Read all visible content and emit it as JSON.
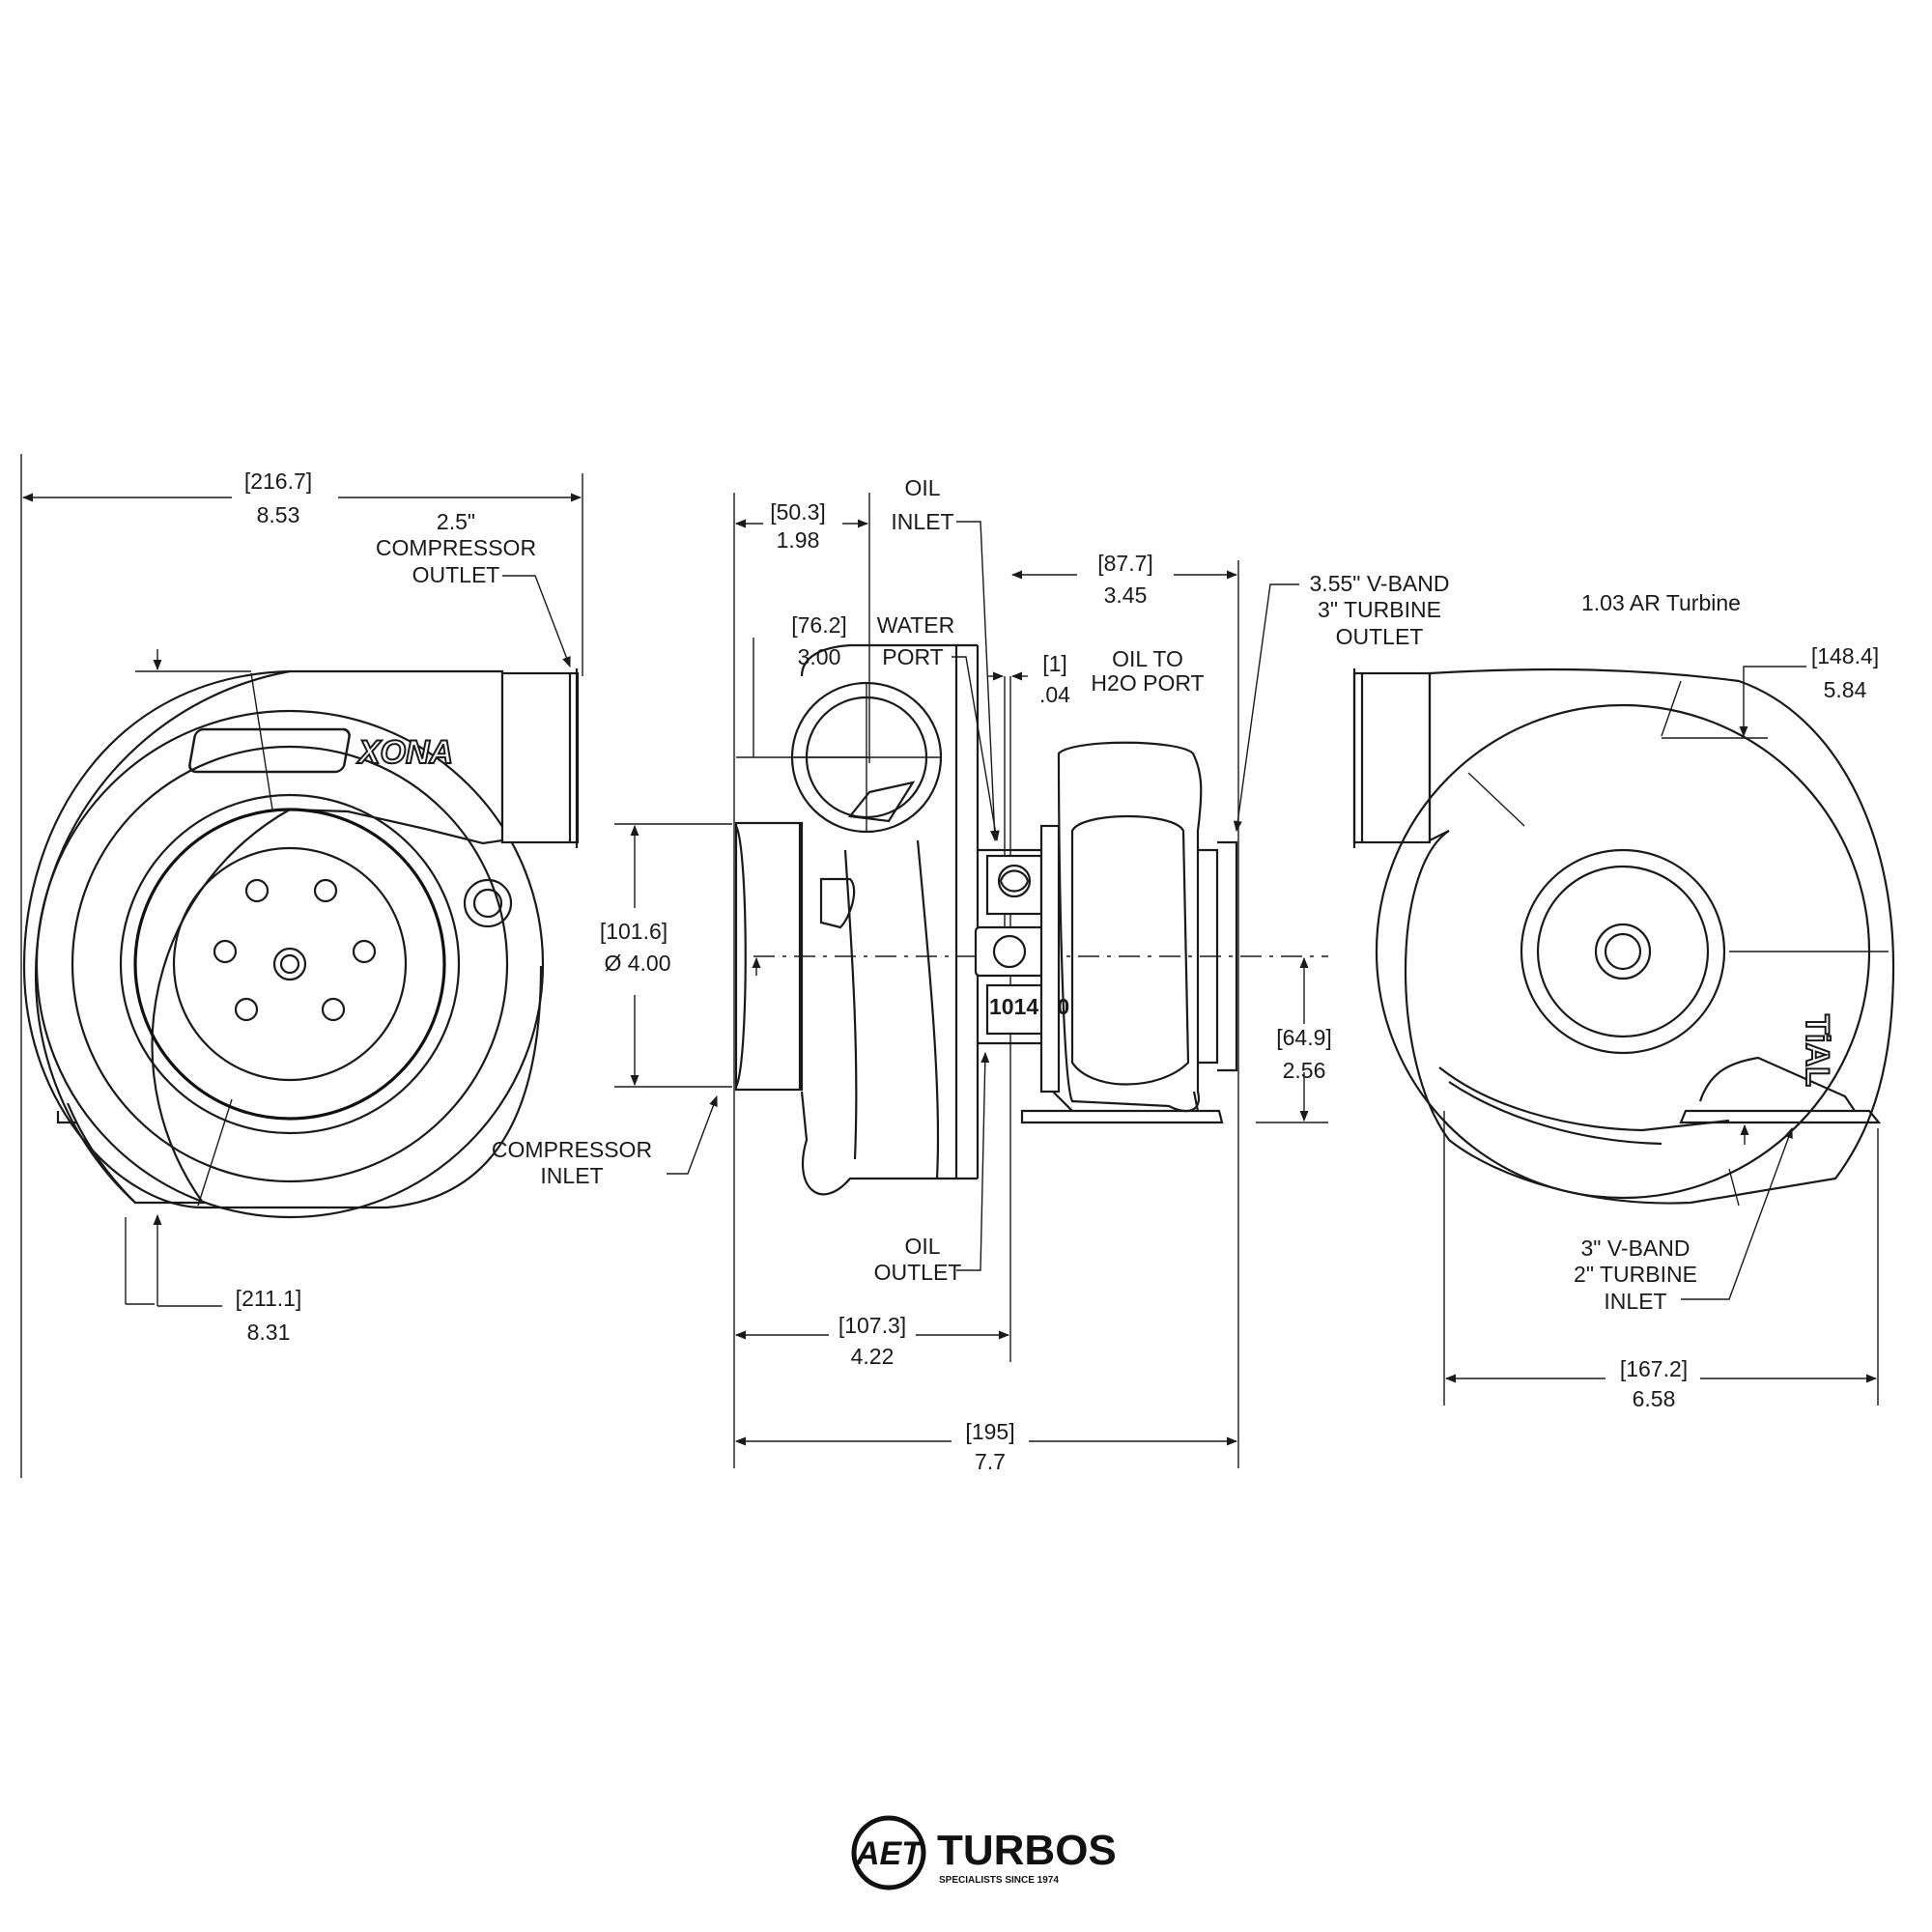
{
  "views": {
    "compressor_side": {
      "overall_width": {
        "mm": "216.7",
        "in": "8.53"
      },
      "overall_height": {
        "mm": "211.1",
        "in": "8.31"
      },
      "outlet_label": [
        "2.5\"",
        "COMPRESSOR",
        "OUTLET"
      ],
      "brand_mark": "XONA"
    },
    "side_view": {
      "inlet_offset": {
        "mm": "50.3",
        "in": "1.98"
      },
      "water_port_offset": {
        "mm": "76.2",
        "in": "3.00"
      },
      "inlet_diameter": {
        "mm": "101.6",
        "in": "4.00",
        "symbol": "Ø"
      },
      "oil_inlet_label": [
        "OIL",
        "INLET"
      ],
      "water_port_label": [
        "WATER",
        "PORT"
      ],
      "oil_to_h2o": {
        "mm": "1",
        "in": ".04",
        "label": [
          "OIL TO",
          "H2O PORT"
        ]
      },
      "turbine_offset": {
        "mm": "87.7",
        "in": "3.45"
      },
      "turbine_outlet_label": [
        "3.55\" V-BAND",
        "3\" TURBINE",
        "OUTLET"
      ],
      "turbine_inlet_height": {
        "mm": "64.9",
        "in": "2.56"
      },
      "compressor_inlet_label": [
        "COMPRESSOR",
        "INLET"
      ],
      "oil_outlet_label": [
        "OIL",
        "OUTLET"
      ],
      "center_length": {
        "mm": "107.3",
        "in": "4.22"
      },
      "overall_length": {
        "mm": "195",
        "in": "7.7"
      },
      "part_stamp": "1014 00"
    },
    "turbine_side": {
      "ar_label": "1.03 AR Turbine",
      "height_offset": {
        "mm": "148.4",
        "in": "5.84"
      },
      "inlet_label": [
        "3\" V-BAND",
        "2\" TURBINE",
        "INLET"
      ],
      "overall_width": {
        "mm": "167.2",
        "in": "6.58"
      },
      "brand_mark": "TiAL"
    }
  },
  "footer_logo": {
    "mark": "AET",
    "name": "TURBOS",
    "tagline": "SPECIALISTS SINCE 1974"
  }
}
